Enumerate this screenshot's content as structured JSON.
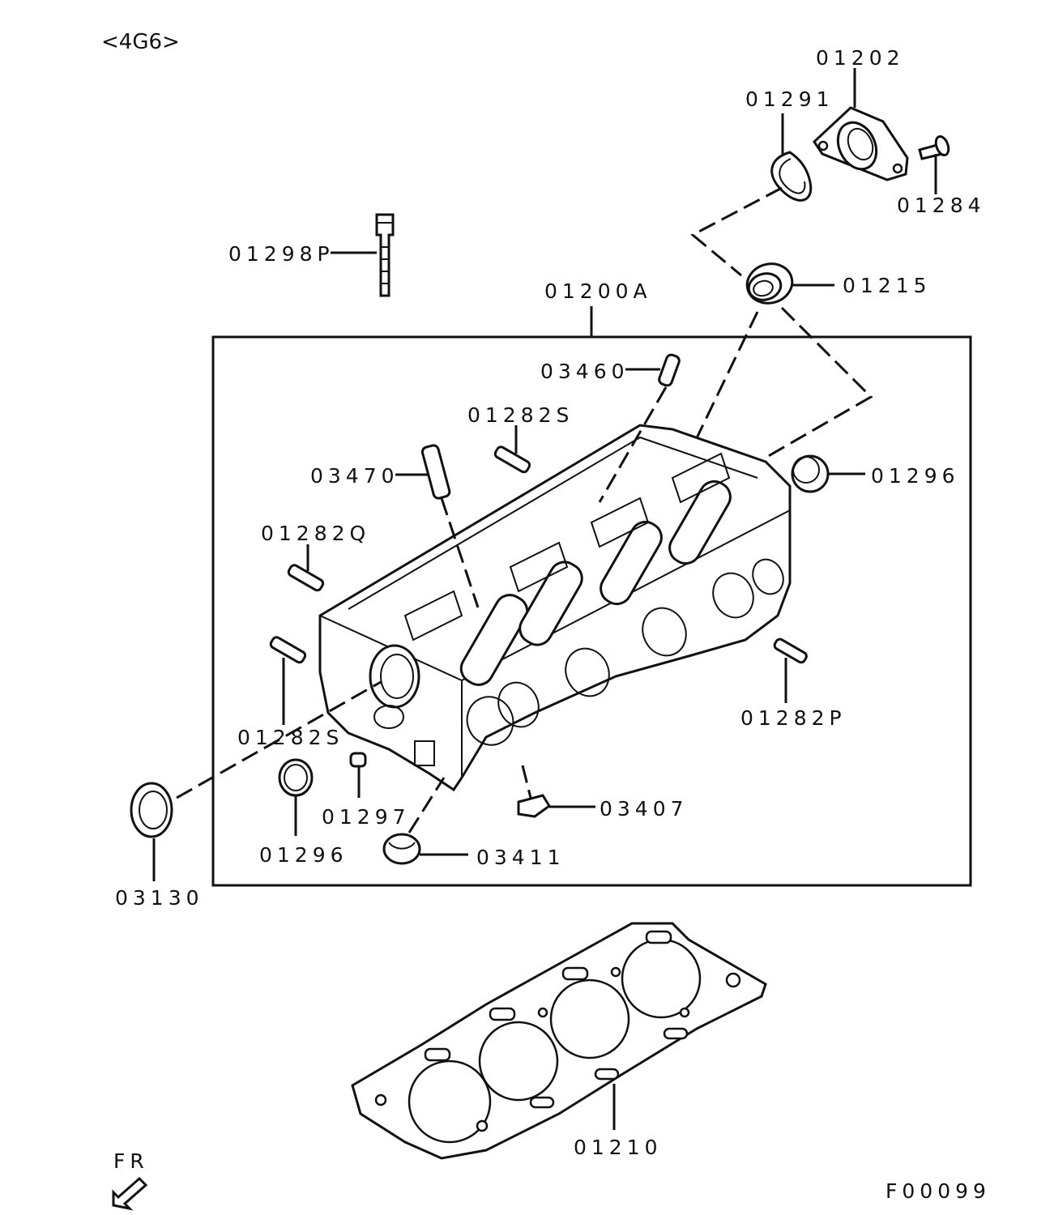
{
  "engine_tag": "<4G6>",
  "labels": {
    "p01202": "01202",
    "p01291": "01291",
    "p01284": "01284",
    "p01298P": "01298P",
    "p01215": "01215",
    "p01200A": "01200A",
    "p03460": "03460",
    "p01282S_top": "01282S",
    "p03470": "03470",
    "p01296_right": "01296",
    "p01282Q": "01282Q",
    "p01282S_bottom": "01282S",
    "p01282P": "01282P",
    "p01297": "01297",
    "p03407": "03407",
    "p01296_bottom": "01296",
    "p03411": "03411",
    "p03130": "03130",
    "p01210": "01210"
  },
  "direction": {
    "label": "FR"
  },
  "figure_code": "F00099"
}
